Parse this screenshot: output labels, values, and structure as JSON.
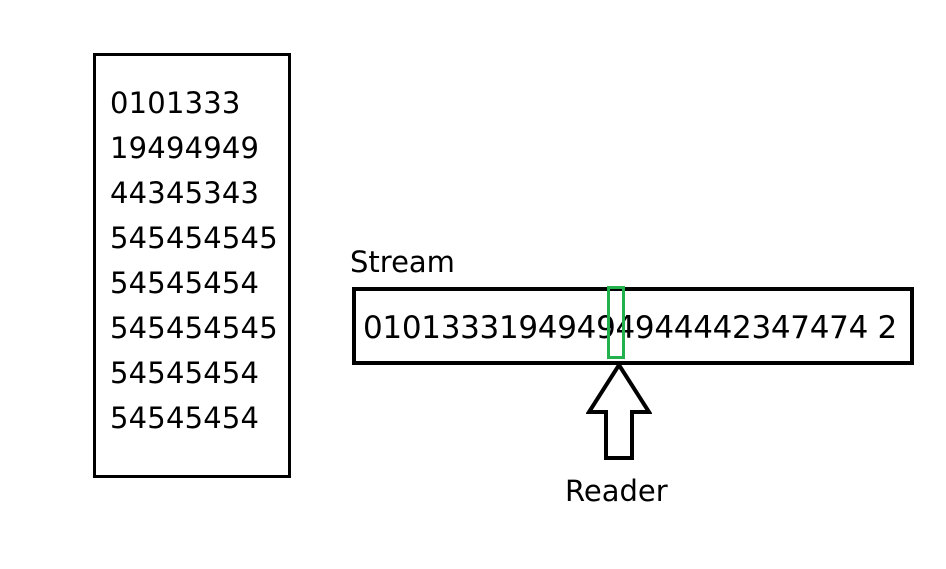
{
  "list": {
    "lines": [
      "0101333",
      "19494949",
      "44345343",
      "545454545",
      "54545454",
      "545454545",
      "54545454",
      "54545454"
    ]
  },
  "stream": {
    "label": "Stream",
    "content": "01013331949494944442347474 2"
  },
  "reader": {
    "label": "Reader",
    "highlight_color": "#22b14c"
  }
}
